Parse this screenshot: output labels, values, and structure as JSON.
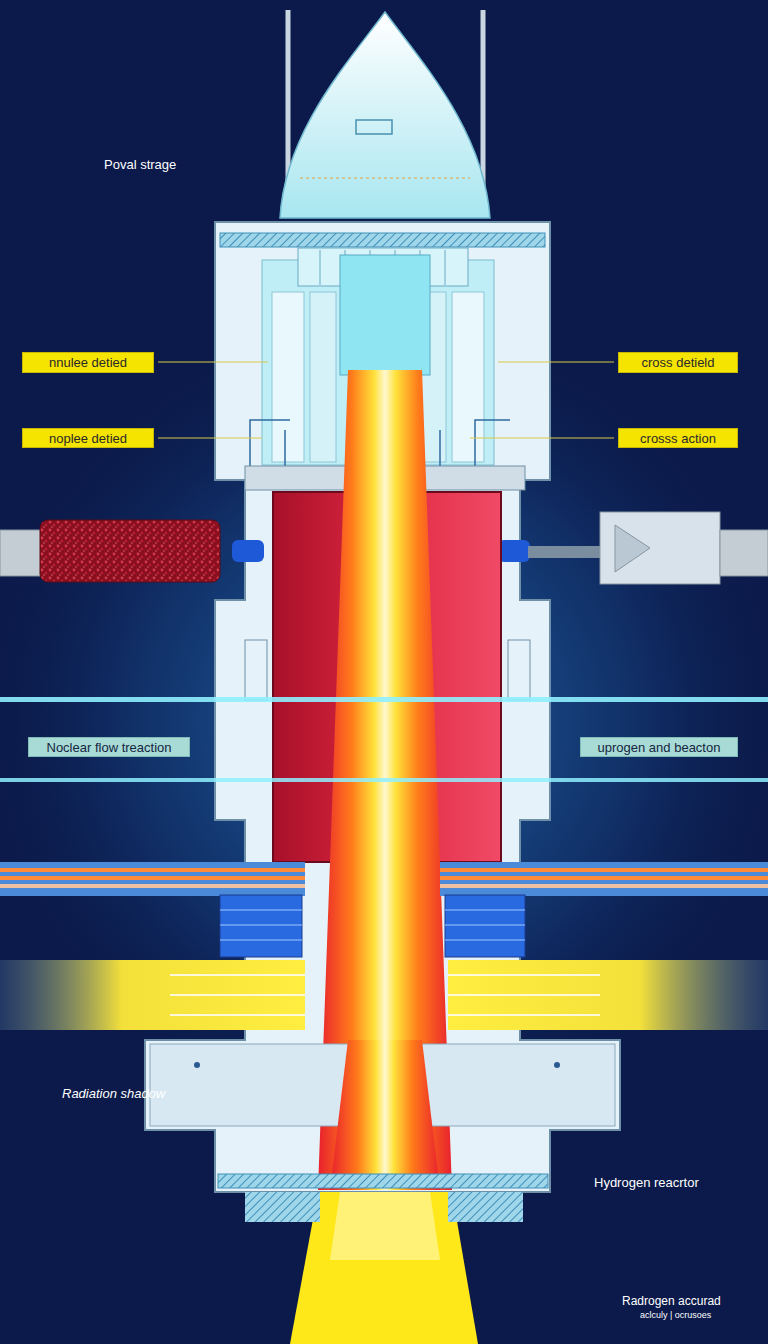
{
  "diagram": {
    "nodes": [
      {
        "text": [
          "nnulee detied"
        ]
      },
      {
        "text": [
          "cross detield"
        ]
      },
      {
        "text": [
          "noplee detied"
        ]
      },
      {
        "text": [
          "crosss action"
        ]
      },
      {
        "text": [
          "Noclear flow treaction"
        ]
      },
      {
        "text": [
          "uprogen and beacton"
        ]
      }
    ],
    "labels": [
      "Poval strage",
      "Radiation shadow",
      "Hydrogen reacrtor",
      "Radrogen accurad",
      "aclculy | ocrusoes"
    ]
  }
}
